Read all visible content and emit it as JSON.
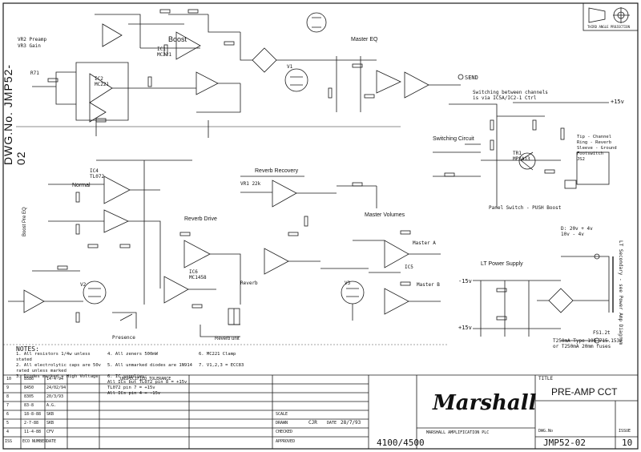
{
  "drawing_number_side": "DWG.No. JMP52-02",
  "projection_label": "THIRD ANGLE PROJECTION",
  "sections": {
    "boost": "Boost",
    "master_eq": "Master EQ",
    "normal": "Normal",
    "reverb_drive": "Reverb Drive",
    "reverb_recovery": "Reverb Recovery",
    "reverb_unit": "Reverb unit",
    "master_volumes": "Master Volumes",
    "lt_power_supply": "LT Power Supply",
    "switching_circuit": "Switching Circuit",
    "boost_pre_eq": "Boost Pre EQ",
    "footswitch": "Tip - Channel\nRing - Reverb\nSleeve - Ground\nFootswitch\nJS2",
    "panel_switch": "Panel Switch - PUSH Boost",
    "switching_note": "Switching between channels\nis via IC5A/IC2-1 Ctrl"
  },
  "labels": {
    "send": "SEND",
    "master_a": "Master A",
    "master_b": "Master B",
    "r71": "R71",
    "ic4": "IC4\nTL072",
    "ic6": "IC6\nMC1458",
    "ic1": "IC1\nMC221",
    "ic5": "IC5",
    "ic2": "IC2\nMC221",
    "plus15": "+15v",
    "minus15": "-15v",
    "tr1": "TR1\nMPSA13",
    "v1": "V1",
    "v2": "V2",
    "v3": "V3",
    "d_note": "D: 20v + 4v\n10v - 4v",
    "fs1": "FS1.2t",
    "fuse_note": "T250mA Type 195-715.1537\nor T250mA 20mm fuses",
    "lt_secondary": "LT Secondary - see Power Amp Diagram",
    "presence": "Presence",
    "reverb": "Reverb",
    "vr2": "VR2 Preamp",
    "vr3": "VR3 Gain",
    "vr1": "VR1 22k"
  },
  "notes": {
    "heading": "NOTES:",
    "items": [
      "1. All resistors 1/4w unless stated",
      "2. All electrolytic caps are 50v rated unless marked",
      "3. Diodes marked + High Voltage",
      "4. All zeners 500mW",
      "5. All unmarked diodes are 1N914",
      "6. IC supplies:",
      "   All ICs but TL072 pin 8 = +15v",
      "   TL072 pin 7 = +15v",
      "   All ICs pin 4 = -15v",
      "6. MC221 Clamp",
      "7. V1,2,3 = ECC83"
    ]
  },
  "revisions": [
    {
      "issue": "10",
      "ecn": "8586",
      "date": "14-4-94"
    },
    {
      "issue": "9",
      "ecn": "8450",
      "date": "24/02/94"
    },
    {
      "issue": "8",
      "ecn": "8305",
      "date": "20/3/93"
    },
    {
      "issue": "7",
      "ecn": "83-8",
      "date": "A.G."
    },
    {
      "issue": "6",
      "ecn": "18-8-88",
      "date": "SKB"
    },
    {
      "issue": "5",
      "ecn": "2-7-88",
      "date": "SKB"
    },
    {
      "issue": "4",
      "ecn": "11-4-88",
      "date": "CFV"
    },
    {
      "issue": "ISS",
      "ecn": "ECO NUMBER",
      "date": "DATE"
    }
  ],
  "title_block": {
    "unspecified_tolerance": "UNSPECIFIED TOLERANCE",
    "brand": "Marshall",
    "company": "MARSHALL AMPLIFICATION PLC",
    "models": "4100/4500",
    "title_label": "TITLE",
    "title": "PRE-AMP CCT",
    "dwg_label": "DWG.No",
    "issue_label": "ISSUE",
    "dwg_no": "JMP52-02",
    "issue_no": "10",
    "checked": "CHECKED",
    "approved": "APPROVED",
    "scale": "SCALE",
    "drawn": "DRAWN",
    "date_label": "DATE",
    "date": "28/7/93",
    "drawn_by": "CJR"
  }
}
